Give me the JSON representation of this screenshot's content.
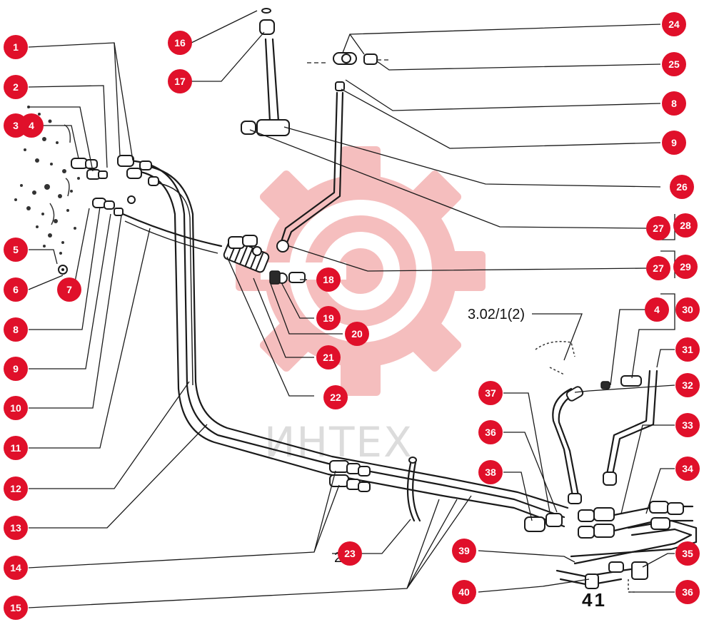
{
  "watermark": {
    "text": "ИНТЕХ",
    "color": "#f4b3b3",
    "text_color": "#d6d6d6"
  },
  "callout_color": "#e0102a",
  "reference_label": "3.02/1(2)",
  "page_number": "41",
  "callouts": [
    {
      "id": "c1",
      "label": "1"
    },
    {
      "id": "c2",
      "label": "2"
    },
    {
      "id": "c3",
      "label": "3"
    },
    {
      "id": "c4a",
      "label": "4"
    },
    {
      "id": "c5",
      "label": "5"
    },
    {
      "id": "c6",
      "label": "6"
    },
    {
      "id": "c7",
      "label": "7"
    },
    {
      "id": "c8a",
      "label": "8"
    },
    {
      "id": "c9a",
      "label": "9"
    },
    {
      "id": "c10",
      "label": "10"
    },
    {
      "id": "c11",
      "label": "11"
    },
    {
      "id": "c12",
      "label": "12"
    },
    {
      "id": "c13",
      "label": "13"
    },
    {
      "id": "c14",
      "label": "14"
    },
    {
      "id": "c15",
      "label": "15"
    },
    {
      "id": "c16",
      "label": "16"
    },
    {
      "id": "c17",
      "label": "17"
    },
    {
      "id": "c18",
      "label": "18"
    },
    {
      "id": "c19",
      "label": "19"
    },
    {
      "id": "c20",
      "label": "20"
    },
    {
      "id": "c21",
      "label": "21"
    },
    {
      "id": "c22",
      "label": "22"
    },
    {
      "id": "c23",
      "label": "23"
    },
    {
      "id": "c24",
      "label": "24"
    },
    {
      "id": "c25",
      "label": "25"
    },
    {
      "id": "c8b",
      "label": "8"
    },
    {
      "id": "c9b",
      "label": "9"
    },
    {
      "id": "c26",
      "label": "26"
    },
    {
      "id": "c27a",
      "label": "27"
    },
    {
      "id": "c28",
      "label": "28"
    },
    {
      "id": "c27b",
      "label": "27"
    },
    {
      "id": "c29",
      "label": "29"
    },
    {
      "id": "c4b",
      "label": "4"
    },
    {
      "id": "c30",
      "label": "30"
    },
    {
      "id": "c31",
      "label": "31"
    },
    {
      "id": "c32",
      "label": "32"
    },
    {
      "id": "c33",
      "label": "33"
    },
    {
      "id": "c34",
      "label": "34"
    },
    {
      "id": "c35",
      "label": "35"
    },
    {
      "id": "c36a",
      "label": "36"
    },
    {
      "id": "c37",
      "label": "37"
    },
    {
      "id": "c36b",
      "label": "36"
    },
    {
      "id": "c38",
      "label": "38"
    },
    {
      "id": "c39",
      "label": "39"
    },
    {
      "id": "c40",
      "label": "40"
    }
  ]
}
